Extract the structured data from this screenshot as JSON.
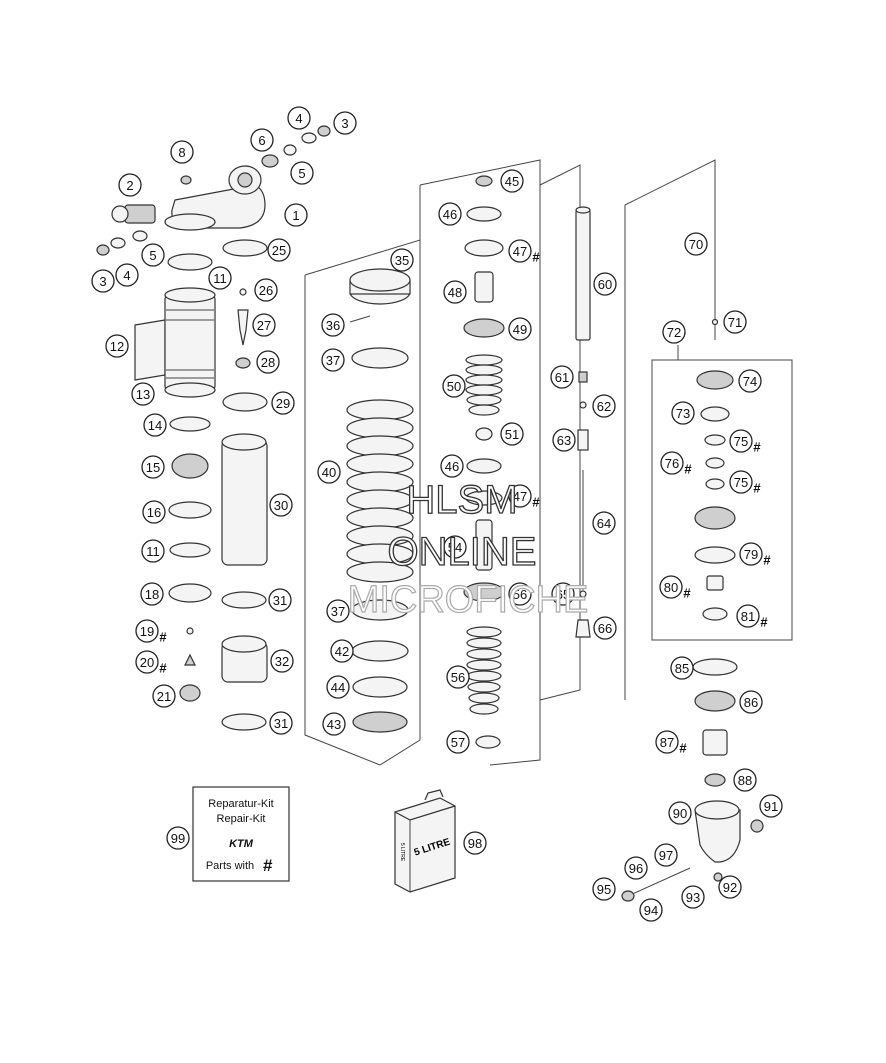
{
  "diagram": {
    "callouts": [
      {
        "label": "1",
        "hash": false
      },
      {
        "label": "2",
        "hash": false
      },
      {
        "label": "3",
        "hash": false
      },
      {
        "label": "4",
        "hash": false
      },
      {
        "label": "5",
        "hash": false
      },
      {
        "label": "6",
        "hash": false
      },
      {
        "label": "8",
        "hash": false
      },
      {
        "label": "5",
        "hash": false
      },
      {
        "label": "4",
        "hash": false
      },
      {
        "label": "3",
        "hash": false
      },
      {
        "label": "11",
        "hash": false
      },
      {
        "label": "25",
        "hash": false
      },
      {
        "label": "26",
        "hash": false
      },
      {
        "label": "27",
        "hash": false
      },
      {
        "label": "12",
        "hash": false
      },
      {
        "label": "28",
        "hash": false
      },
      {
        "label": "13",
        "hash": false
      },
      {
        "label": "29",
        "hash": false
      },
      {
        "label": "14",
        "hash": false
      },
      {
        "label": "15",
        "hash": false
      },
      {
        "label": "30",
        "hash": false
      },
      {
        "label": "16",
        "hash": false
      },
      {
        "label": "11",
        "hash": false
      },
      {
        "label": "18",
        "hash": false
      },
      {
        "label": "31",
        "hash": false
      },
      {
        "label": "19",
        "hash": true
      },
      {
        "label": "20",
        "hash": true
      },
      {
        "label": "32",
        "hash": false
      },
      {
        "label": "21",
        "hash": false
      },
      {
        "label": "31",
        "hash": false
      },
      {
        "label": "35",
        "hash": false
      },
      {
        "label": "36",
        "hash": false
      },
      {
        "label": "37",
        "hash": false
      },
      {
        "label": "40",
        "hash": false
      },
      {
        "label": "37",
        "hash": false
      },
      {
        "label": "42",
        "hash": false
      },
      {
        "label": "44",
        "hash": false
      },
      {
        "label": "43",
        "hash": false
      },
      {
        "label": "45",
        "hash": false
      },
      {
        "label": "46",
        "hash": false
      },
      {
        "label": "47",
        "hash": true
      },
      {
        "label": "48",
        "hash": false
      },
      {
        "label": "49",
        "hash": false
      },
      {
        "label": "50",
        "hash": false
      },
      {
        "label": "51",
        "hash": false
      },
      {
        "label": "46",
        "hash": false
      },
      {
        "label": "47",
        "hash": true
      },
      {
        "label": "54",
        "hash": false
      },
      {
        "label": "56",
        "hash": false
      },
      {
        "label": "56",
        "hash": false
      },
      {
        "label": "57",
        "hash": false
      },
      {
        "label": "60",
        "hash": false
      },
      {
        "label": "61",
        "hash": false
      },
      {
        "label": "62",
        "hash": false
      },
      {
        "label": "63",
        "hash": false
      },
      {
        "label": "64",
        "hash": false
      },
      {
        "label": "65",
        "hash": false
      },
      {
        "label": "66",
        "hash": false
      },
      {
        "label": "70",
        "hash": false
      },
      {
        "label": "71",
        "hash": false
      },
      {
        "label": "72",
        "hash": false
      },
      {
        "label": "74",
        "hash": false
      },
      {
        "label": "73",
        "hash": false
      },
      {
        "label": "75",
        "hash": true
      },
      {
        "label": "76",
        "hash": true
      },
      {
        "label": "75",
        "hash": true
      },
      {
        "label": "79",
        "hash": true
      },
      {
        "label": "80",
        "hash": true
      },
      {
        "label": "81",
        "hash": true
      },
      {
        "label": "85",
        "hash": false
      },
      {
        "label": "86",
        "hash": false
      },
      {
        "label": "87",
        "hash": true
      },
      {
        "label": "88",
        "hash": false
      },
      {
        "label": "90",
        "hash": false
      },
      {
        "label": "91",
        "hash": false
      },
      {
        "label": "96",
        "hash": false
      },
      {
        "label": "97",
        "hash": false
      },
      {
        "label": "95",
        "hash": false
      },
      {
        "label": "94",
        "hash": false
      },
      {
        "label": "93",
        "hash": false
      },
      {
        "label": "92",
        "hash": false
      },
      {
        "label": "99",
        "hash": false
      },
      {
        "label": "98",
        "hash": false
      }
    ],
    "repair_kit": {
      "line1": "Reparatur-Kit",
      "line2": "Repair-Kit",
      "brand": "KTM",
      "parts_with": "Parts with",
      "hash_symbol": "#"
    },
    "oil_can": {
      "label": "5 LITRE",
      "small_label": "5 LITRE"
    },
    "watermark": {
      "line1": "HLSM",
      "line2": "ONLINE",
      "line3": "MICROFICHE"
    }
  }
}
